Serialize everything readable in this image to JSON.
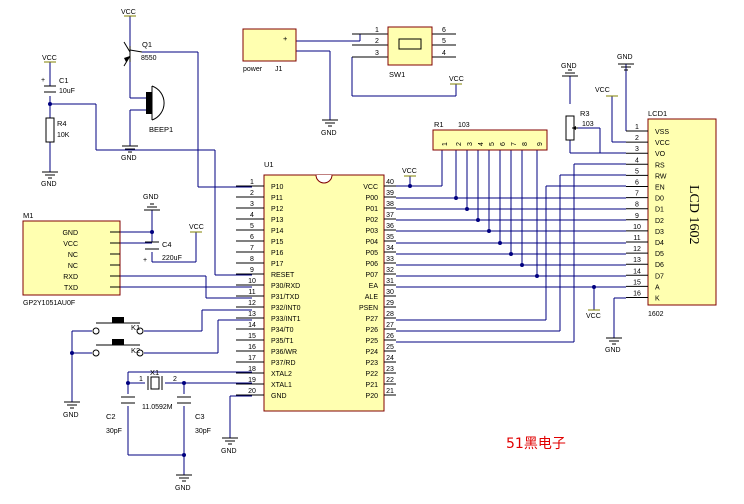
{
  "power_labels": {
    "vcc": "VCC",
    "gnd": "GND"
  },
  "q1": {
    "ref": "Q1",
    "value": "8550"
  },
  "c1": {
    "ref": "C1",
    "value": "10uF"
  },
  "r4": {
    "ref": "R4",
    "value": "10K"
  },
  "beep": {
    "ref": "BEEP1"
  },
  "j1": {
    "ref": "J1",
    "value": "power"
  },
  "sw1": {
    "ref": "SW1",
    "pins": [
      "1",
      "2",
      "3",
      "6",
      "5",
      "4"
    ]
  },
  "r1": {
    "ref": "R1",
    "value": "103",
    "pins": [
      "1",
      "2",
      "3",
      "4",
      "5",
      "6",
      "7",
      "8",
      "9"
    ]
  },
  "r3": {
    "ref": "R3",
    "value": "103"
  },
  "c4": {
    "ref": "C4",
    "value": "220uF"
  },
  "m1": {
    "ref": "M1",
    "value": "GP2Y1051AU0F",
    "pins": [
      "GND",
      "VCC",
      "NC",
      "NC",
      "RXD",
      "TXD"
    ]
  },
  "u1": {
    "ref": "U1",
    "left_pins": [
      {
        "num": "1",
        "name": "P10"
      },
      {
        "num": "2",
        "name": "P11"
      },
      {
        "num": "3",
        "name": "P12"
      },
      {
        "num": "4",
        "name": "P13"
      },
      {
        "num": "5",
        "name": "P14"
      },
      {
        "num": "6",
        "name": "P15"
      },
      {
        "num": "7",
        "name": "P16"
      },
      {
        "num": "8",
        "name": "P17"
      },
      {
        "num": "9",
        "name": "RESET"
      },
      {
        "num": "10",
        "name": "P30/RXD"
      },
      {
        "num": "11",
        "name": "P31/TXD"
      },
      {
        "num": "12",
        "name": "P32/INT0"
      },
      {
        "num": "13",
        "name": "P33/INT1"
      },
      {
        "num": "14",
        "name": "P34/T0"
      },
      {
        "num": "15",
        "name": "P35/T1"
      },
      {
        "num": "16",
        "name": "P36/WR"
      },
      {
        "num": "17",
        "name": "P37/RD"
      },
      {
        "num": "18",
        "name": "XTAL2"
      },
      {
        "num": "19",
        "name": "XTAL1"
      },
      {
        "num": "20",
        "name": "GND"
      }
    ],
    "right_pins": [
      {
        "num": "40",
        "name": "VCC"
      },
      {
        "num": "39",
        "name": "P00"
      },
      {
        "num": "38",
        "name": "P01"
      },
      {
        "num": "37",
        "name": "P02"
      },
      {
        "num": "36",
        "name": "P03"
      },
      {
        "num": "35",
        "name": "P04"
      },
      {
        "num": "34",
        "name": "P05"
      },
      {
        "num": "33",
        "name": "P06"
      },
      {
        "num": "32",
        "name": "P07"
      },
      {
        "num": "31",
        "name": "EA"
      },
      {
        "num": "30",
        "name": "ALE"
      },
      {
        "num": "29",
        "name": "PSEN"
      },
      {
        "num": "28",
        "name": "P27"
      },
      {
        "num": "27",
        "name": "P26"
      },
      {
        "num": "26",
        "name": "P25"
      },
      {
        "num": "25",
        "name": "P24"
      },
      {
        "num": "24",
        "name": "P23"
      },
      {
        "num": "23",
        "name": "P22"
      },
      {
        "num": "22",
        "name": "P21"
      },
      {
        "num": "21",
        "name": "P20"
      }
    ]
  },
  "lcd": {
    "ref": "LCD1",
    "value": "1602",
    "title": "LCD 1602",
    "pins": [
      {
        "num": "1",
        "name": "VSS"
      },
      {
        "num": "2",
        "name": "VCC"
      },
      {
        "num": "3",
        "name": "VO"
      },
      {
        "num": "4",
        "name": "RS"
      },
      {
        "num": "5",
        "name": "RW"
      },
      {
        "num": "6",
        "name": "EN"
      },
      {
        "num": "7",
        "name": "D0"
      },
      {
        "num": "8",
        "name": "D1"
      },
      {
        "num": "9",
        "name": "D2"
      },
      {
        "num": "10",
        "name": "D3"
      },
      {
        "num": "11",
        "name": "D4"
      },
      {
        "num": "12",
        "name": "D5"
      },
      {
        "num": "13",
        "name": "D6"
      },
      {
        "num": "14",
        "name": "D7"
      },
      {
        "num": "15",
        "name": "A"
      },
      {
        "num": "16",
        "name": "K"
      }
    ]
  },
  "k1": {
    "ref": "K1"
  },
  "k2": {
    "ref": "K2"
  },
  "x1": {
    "ref": "X1",
    "value": "11.0592M",
    "pin1": "1",
    "pin2": "2"
  },
  "c2": {
    "ref": "C2",
    "value": "30pF"
  },
  "c3": {
    "ref": "C3",
    "value": "30pF"
  },
  "brand": "51黑电子"
}
